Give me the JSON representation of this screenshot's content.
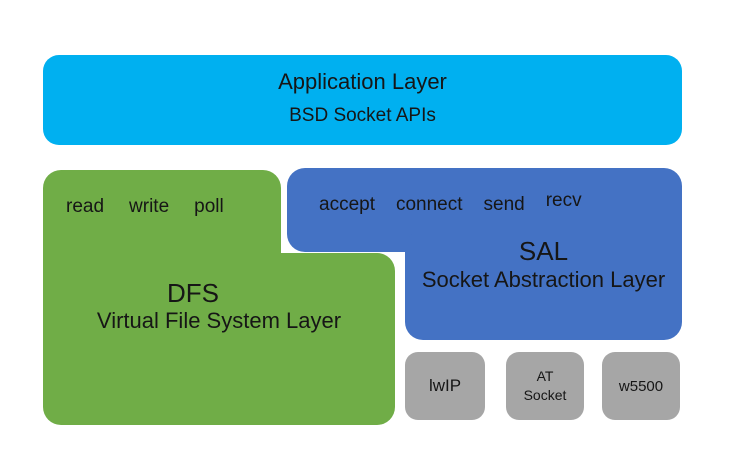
{
  "colors": {
    "app": "#00B0F0",
    "dfs": "#70AD47",
    "sal": "#4472C4",
    "backend": "#A6A6A6",
    "text": "#161616"
  },
  "app": {
    "title": "Application Layer",
    "subtitle": "BSD Socket APIs"
  },
  "dfs": {
    "apis": [
      "read",
      "write",
      "poll"
    ],
    "acronym": "DFS",
    "name": "Virtual File System Layer"
  },
  "sal": {
    "apis": [
      "accept",
      "connect",
      "send",
      "recv"
    ],
    "acronym": "SAL",
    "name": "Socket Abstraction Layer"
  },
  "backends": [
    {
      "lines": [
        "lwIP"
      ]
    },
    {
      "lines": [
        "AT",
        "Socket"
      ]
    },
    {
      "lines": [
        "w5500"
      ]
    }
  ]
}
